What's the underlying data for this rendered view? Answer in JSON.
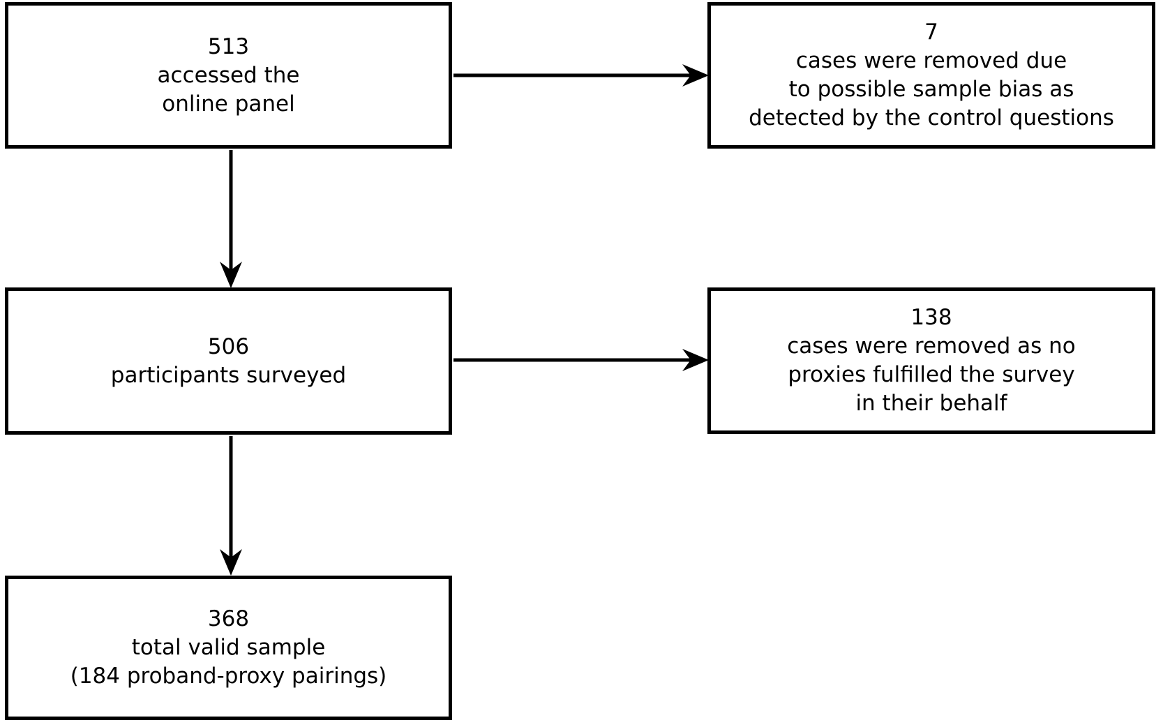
{
  "figure": {
    "type": "flowchart",
    "background_color": "#ffffff",
    "box_border_color": "#000000",
    "text_color": "#000000",
    "arrow_color": "#000000",
    "boxes": [
      {
        "id": "accessed-online-panel",
        "lines": [
          "513",
          "accessed the",
          "online panel"
        ]
      },
      {
        "id": "removed-sample-bias",
        "lines": [
          "7",
          "cases were removed due",
          "to possible sample bias as",
          "detected by the control questions"
        ]
      },
      {
        "id": "participants-surveyed",
        "lines": [
          "506",
          "participants surveyed"
        ]
      },
      {
        "id": "removed-no-proxies",
        "lines": [
          "138",
          "cases were removed as no",
          "proxies fulfilled the survey",
          "in their behalf"
        ]
      },
      {
        "id": "total-valid-sample",
        "lines": [
          "368",
          "total valid sample",
          "(184 proband-proxy pairings)"
        ]
      }
    ],
    "edges": [
      {
        "from": "accessed-online-panel",
        "to": "removed-sample-bias",
        "direction": "right"
      },
      {
        "from": "accessed-online-panel",
        "to": "participants-surveyed",
        "direction": "down"
      },
      {
        "from": "participants-surveyed",
        "to": "removed-no-proxies",
        "direction": "right"
      },
      {
        "from": "participants-surveyed",
        "to": "total-valid-sample",
        "direction": "down"
      }
    ]
  }
}
